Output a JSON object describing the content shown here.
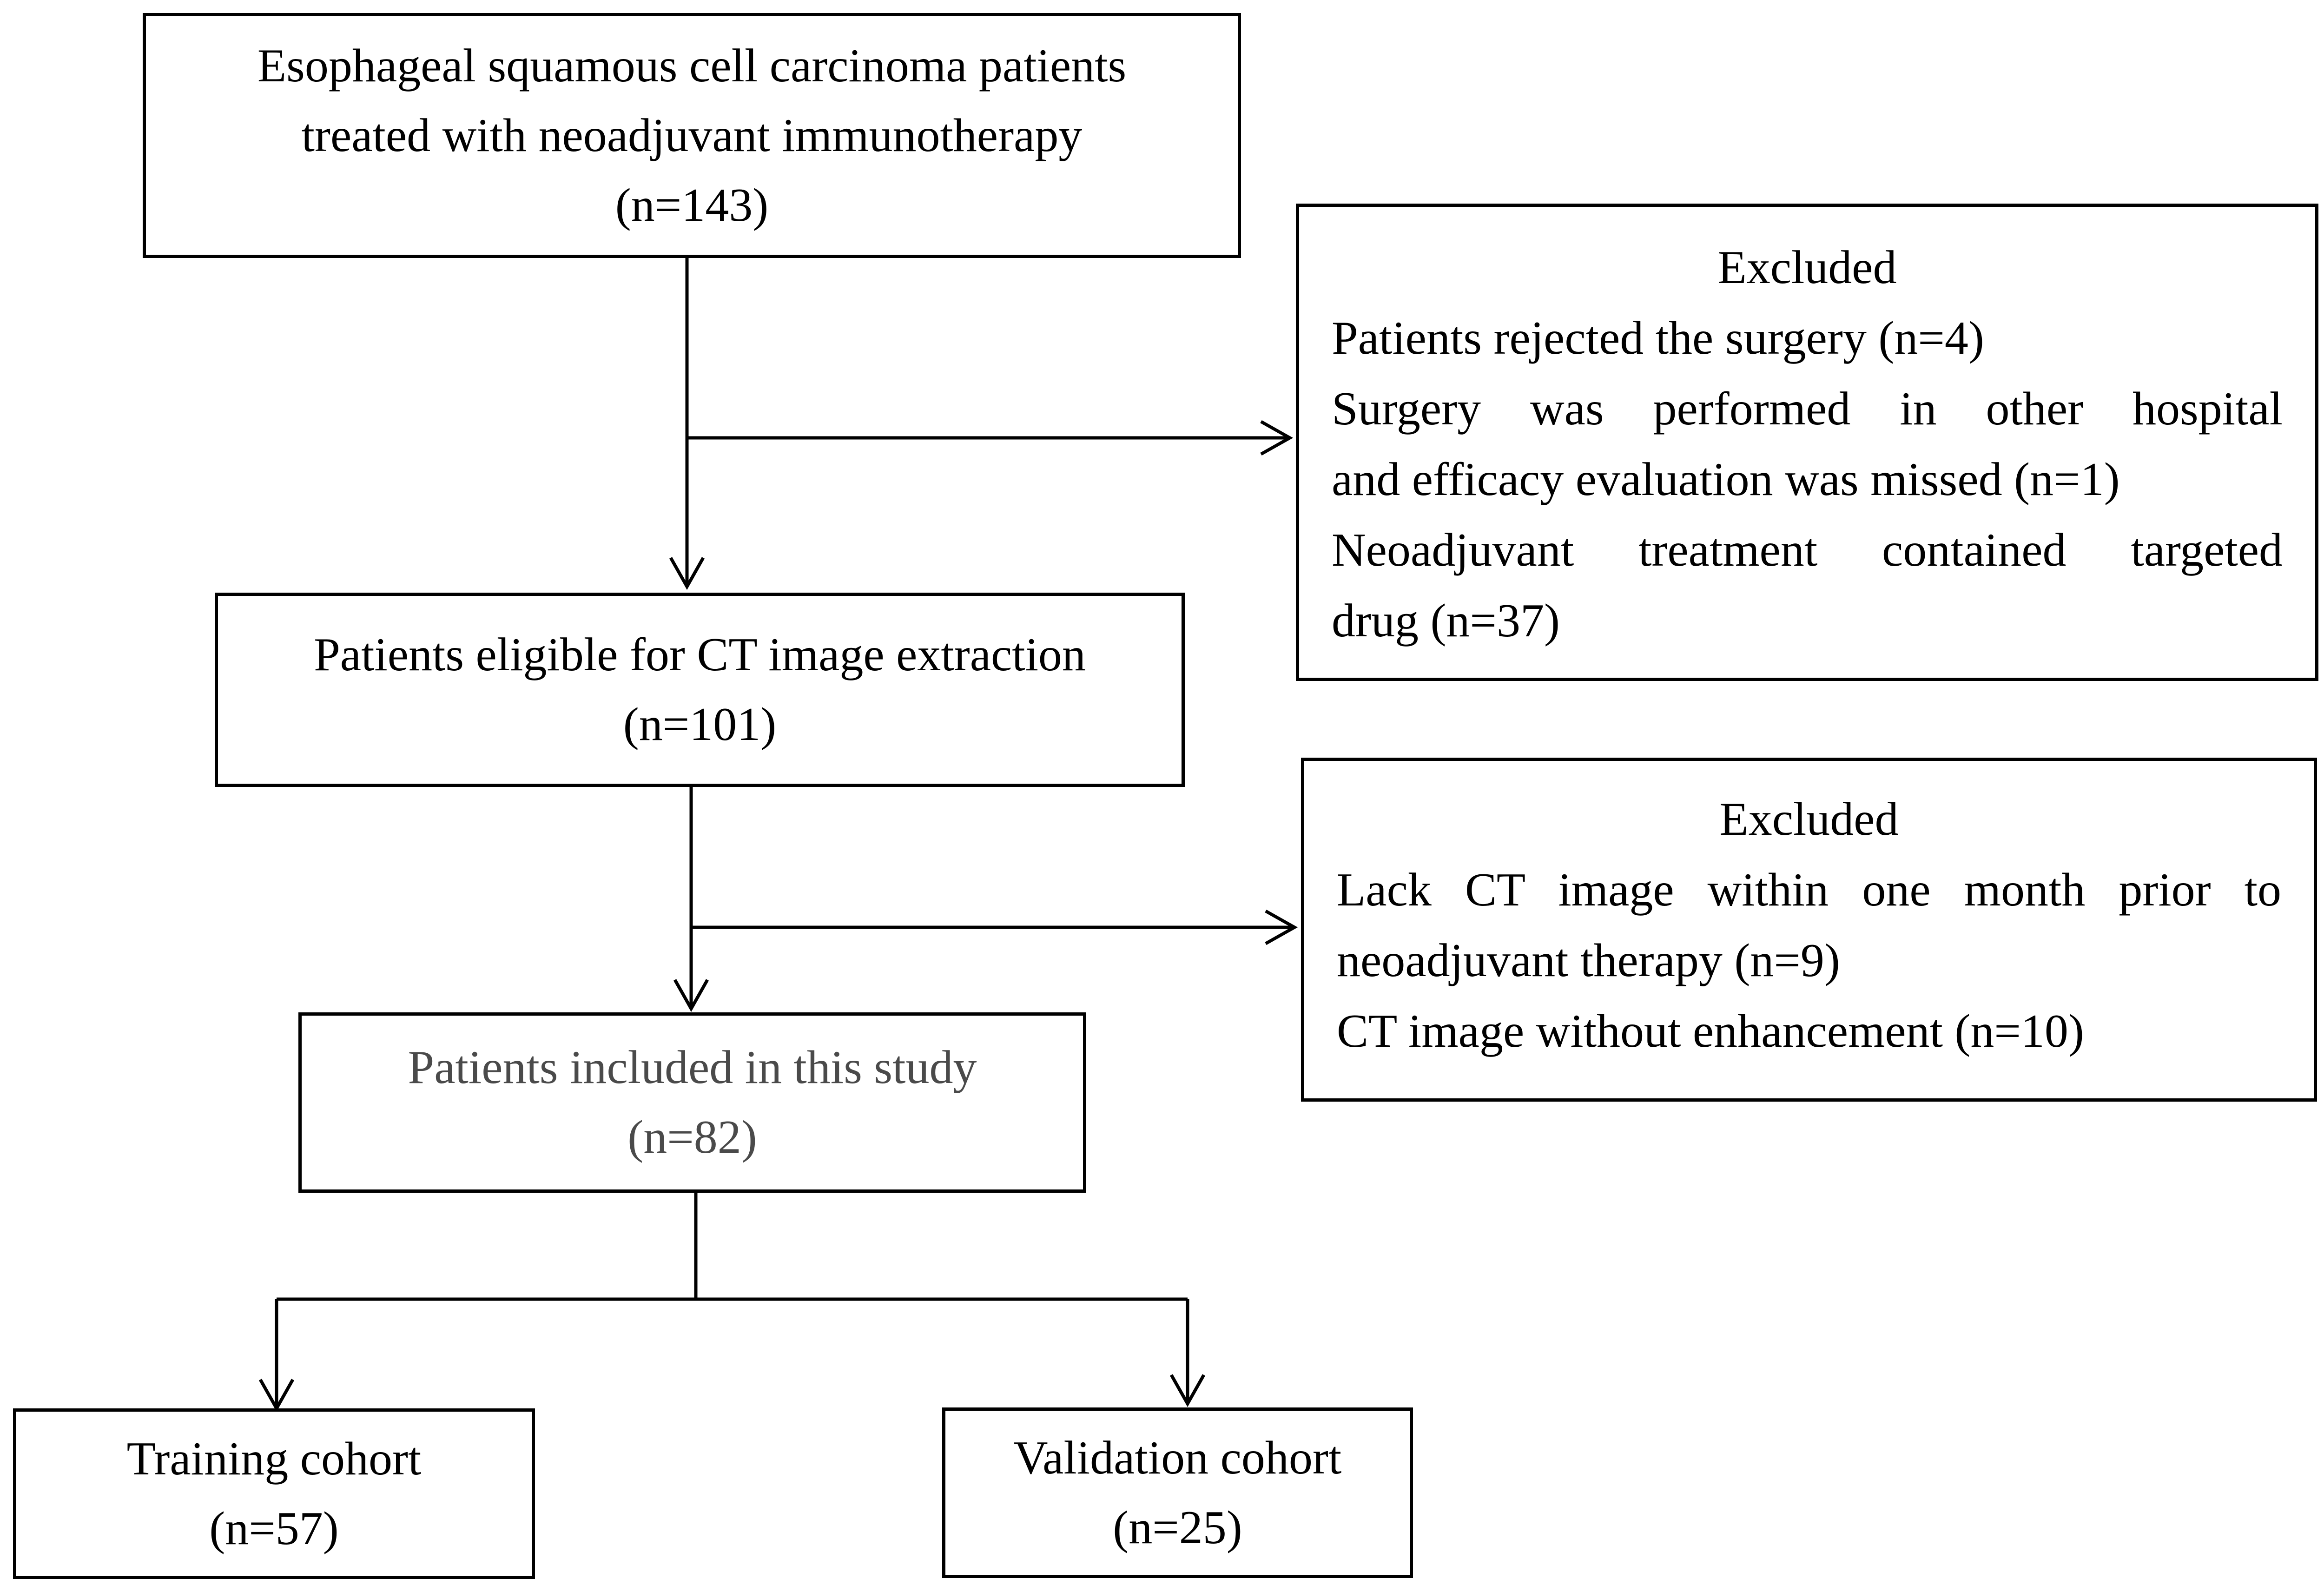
{
  "boxes": {
    "initial": {
      "line1": "Esophageal squamous cell carcinoma patients",
      "line2": "treated with neoadjuvant immunotherapy",
      "count": "(n=143)"
    },
    "exclusion1": {
      "title": "Excluded",
      "line1": "Patients rejected the surgery (n=4)",
      "line2": "Surgery was performed in other hospital",
      "line3": "and efficacy evaluation was missed (n=1)",
      "line4": "Neoadjuvant treatment contained targeted",
      "line5": "drug (n=37)"
    },
    "eligible": {
      "line1": "Patients eligible for CT image extraction",
      "count": "(n=101)"
    },
    "exclusion2": {
      "title": "Excluded",
      "line1": "Lack CT image within one month prior to",
      "line2": "neoadjuvant therapy (n=9)",
      "line3": "CT image without enhancement (n=10)"
    },
    "included": {
      "line1": "Patients included in this study",
      "count": "(n=82)"
    },
    "training": {
      "line1": "Training cohort",
      "count": "(n=57)"
    },
    "validation": {
      "line1": "Validation cohort",
      "count": "(n=25)"
    }
  },
  "colors": {
    "stroke": "#000000",
    "muted_text": "#4a4a4a",
    "background": "#ffffff"
  }
}
